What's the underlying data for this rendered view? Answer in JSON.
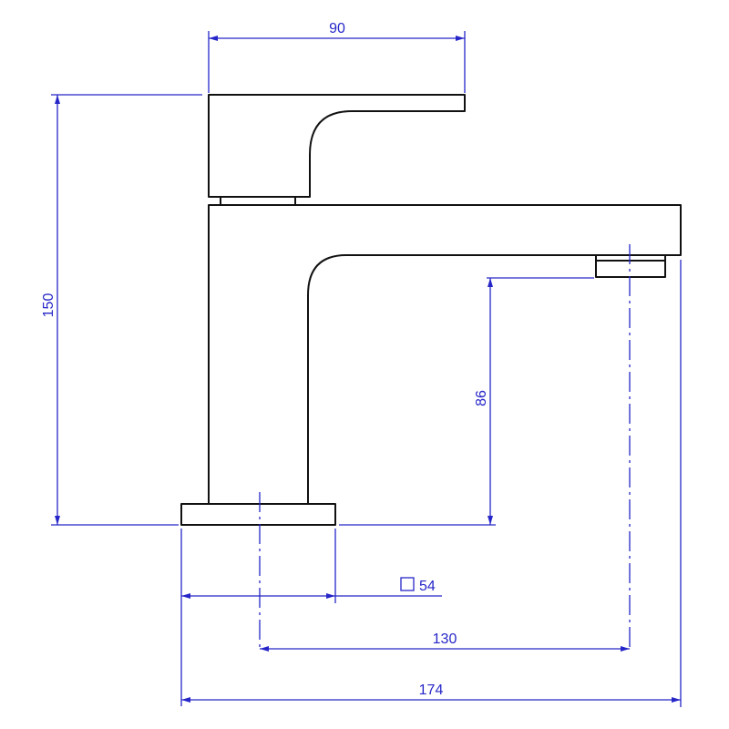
{
  "drawing": {
    "title": "",
    "line_color": "#111111",
    "dimension_color": "#2626c8",
    "dimensions": {
      "handle_width": "90",
      "overall_height": "150",
      "spout_height": "86",
      "base_square": "54",
      "spout_reach": "130",
      "overall_length": "174"
    }
  }
}
